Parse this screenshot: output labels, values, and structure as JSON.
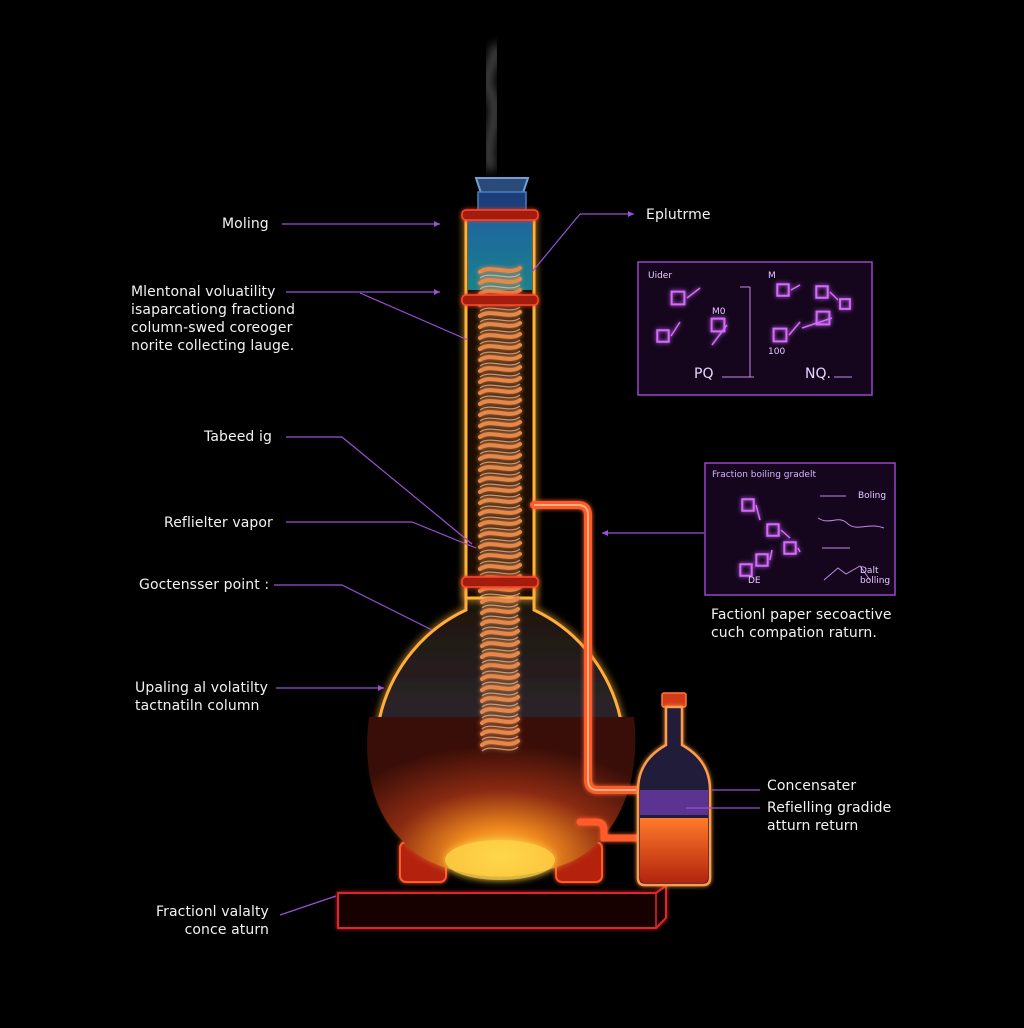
{
  "labels": {
    "moling": "Moling",
    "eplutrme": "Eplutrme",
    "mlentonal": "Mlentonal voluatility\nisaparcationg fractiond\ncolumn-swed coreoger\nnorite collecting lauge.",
    "tabeed": "Tabeed ig",
    "reflielter": "Reflielter vapor",
    "goctensser": "Goctensser point :",
    "upaling": "Upaling al volatilty\ntactnatiln column",
    "fractionl_valalty": "Fractionl valalty\nconce aturn",
    "fractionl_paper": "Factionl paper secoactive\ncuch compation raturn.",
    "concensater": "Concensater",
    "refielling": "Refielling gradide\natturn return"
  },
  "panel_top": {
    "text_a": "Uider",
    "text_b": "M",
    "text_c": "M0",
    "text_d": "100",
    "text_e": "PQ",
    "text_f": "NQ."
  },
  "panel_mid": {
    "title": "Fraction boiling gradelt",
    "text_a": "Boling",
    "text_b": "DE",
    "text_c": "Dalt\nbolling"
  },
  "colors": {
    "background": "#000000",
    "glass_glow": "#ff9a2e",
    "coil": "#e7884a",
    "panel_border": "#9a46c9",
    "leader": "#9b4fd6",
    "liquid": "#a8401c",
    "blue_band": "#3fb7e0"
  }
}
